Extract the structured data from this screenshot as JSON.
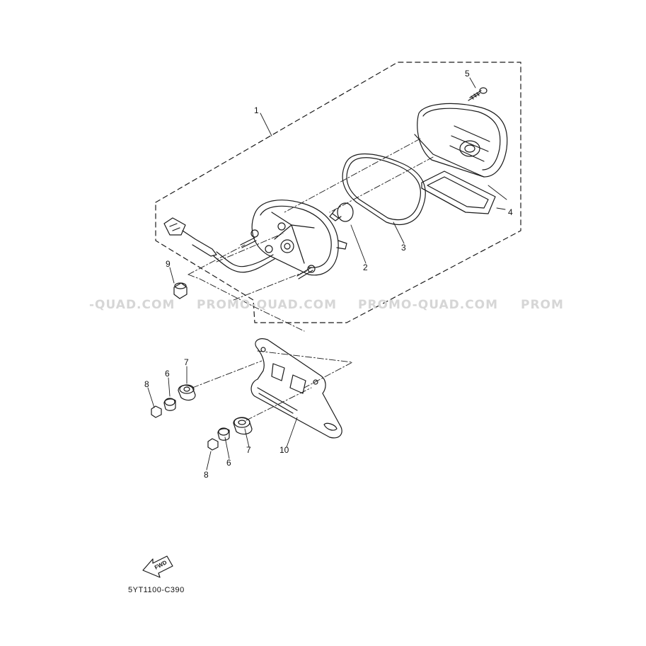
{
  "watermark": {
    "segments": [
      "-QUAD.COM",
      "PROMO-QUAD.COM",
      "PROMO-QUAD.COM",
      "PROM"
    ]
  },
  "callouts": [
    {
      "id": "c1",
      "label": "1"
    },
    {
      "id": "c2",
      "label": "2"
    },
    {
      "id": "c3",
      "label": "3"
    },
    {
      "id": "c4",
      "label": "4"
    },
    {
      "id": "c5",
      "label": "5"
    },
    {
      "id": "c6a",
      "label": "6"
    },
    {
      "id": "c7a",
      "label": "7"
    },
    {
      "id": "c8a",
      "label": "8"
    },
    {
      "id": "c9",
      "label": "9"
    },
    {
      "id": "c10",
      "label": "10"
    },
    {
      "id": "c6b",
      "label": "6"
    },
    {
      "id": "c7b",
      "label": "7"
    },
    {
      "id": "c8b",
      "label": "8"
    }
  ],
  "fwd_label": "FWD",
  "diagram_code": "5YT1100-C390",
  "colors": {
    "line": "#1a1a1a",
    "watermark": "#d6d6d6"
  }
}
